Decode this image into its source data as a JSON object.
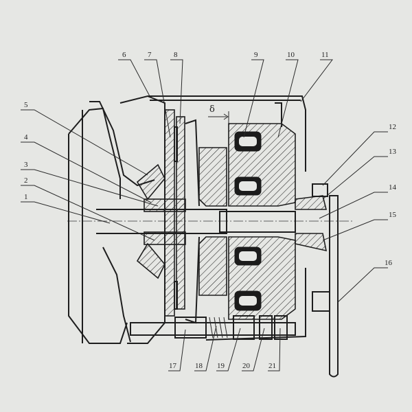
{
  "drawing": {
    "part_labels": [
      "1",
      "2",
      "3",
      "4",
      "5",
      "6",
      "7",
      "8",
      "9",
      "10",
      "11",
      "12",
      "13",
      "14",
      "15",
      "16",
      "17",
      "18",
      "19",
      "20",
      "21"
    ],
    "gap_symbol": "δ"
  },
  "colors": {
    "background": "#e6e7e4",
    "ink": "#1e1e1e"
  }
}
